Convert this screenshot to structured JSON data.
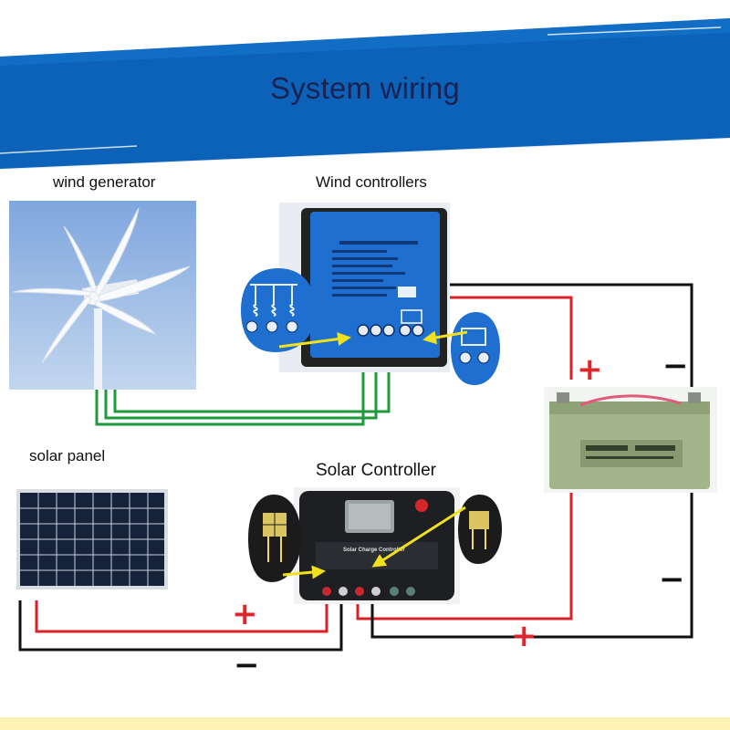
{
  "header": {
    "title": "System wiring"
  },
  "labels": {
    "wind_generator": "wind generator",
    "wind_controllers": "Wind controllers",
    "solar_panel": "solar panel",
    "solar_controller": "Solar Controller",
    "solar_controller_face": "Solar Charge Controller"
  },
  "polarity": {
    "positive": "+",
    "negative": "−"
  },
  "colors": {
    "banner_blue": "#0b62b8",
    "wire_positive": "#d92027",
    "wire_negative": "#111111",
    "wire_wind": "#1f9a3a",
    "arrow": "#f2e11a",
    "wind_controller_body": "#1e6fd0",
    "battery_body": "#a3b58a"
  },
  "icons": [
    "wind-turbine-image",
    "solar-panel-image",
    "battery-image",
    "wind-controller-image",
    "solar-controller-image",
    "three-phase-coil-icon",
    "battery-terminal-icon",
    "solar-input-icon"
  ]
}
